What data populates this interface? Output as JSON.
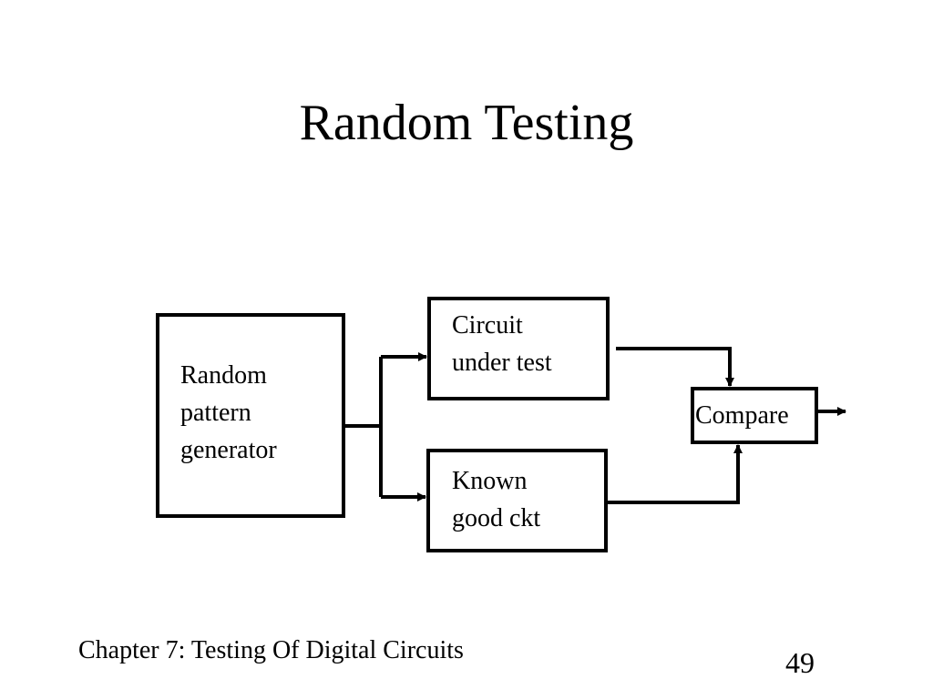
{
  "slide": {
    "title": "Random Testing",
    "footer": "Chapter 7: Testing Of Digital Circuits",
    "page_number": "49"
  },
  "diagram": {
    "generator": {
      "lines": [
        "Random",
        "pattern",
        "generator"
      ]
    },
    "cut": {
      "lines": [
        "Circuit",
        "under test"
      ]
    },
    "known": {
      "lines": [
        "Known",
        "good ckt"
      ]
    },
    "compare": {
      "label": "Compare"
    }
  }
}
